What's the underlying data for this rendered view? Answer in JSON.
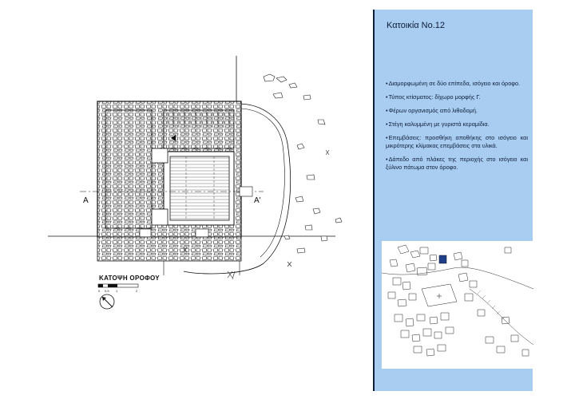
{
  "plan": {
    "title": "ΚΑΤΟΨΗ ΟΡΟΦΟΥ",
    "section_left": "A",
    "section_right": "A'",
    "scale_ticks": [
      "0",
      "0,5",
      "1",
      "2"
    ]
  },
  "panel": {
    "title": "Κατοικία No.12",
    "bullets": [
      "Διαμορφωμένη σε δύο επίπεδα, ισόγειο και όροφο.",
      "Τύπος κτίσματος: δίχωρο μορφής Γ.",
      "Φέρων οργανισμός από λιθοδομή.",
      "Στέγη καλυμμένη με γυριστά κεραμίδια.",
      "Επεμβάσεις: προσθήκη αποθήκης στο ισόγειο και μικρότερης κλίμακας επεμβάσεις στα υλικά.",
      "Δάπεδο από πλάκες της περιοχής στο ισόγειο και ξύλινο πάτωμα στον όροφο."
    ]
  },
  "colors": {
    "panel_bg": "#a9cdf0",
    "text_dark": "#0c1c3a",
    "highlight": "#1f3f8a"
  }
}
